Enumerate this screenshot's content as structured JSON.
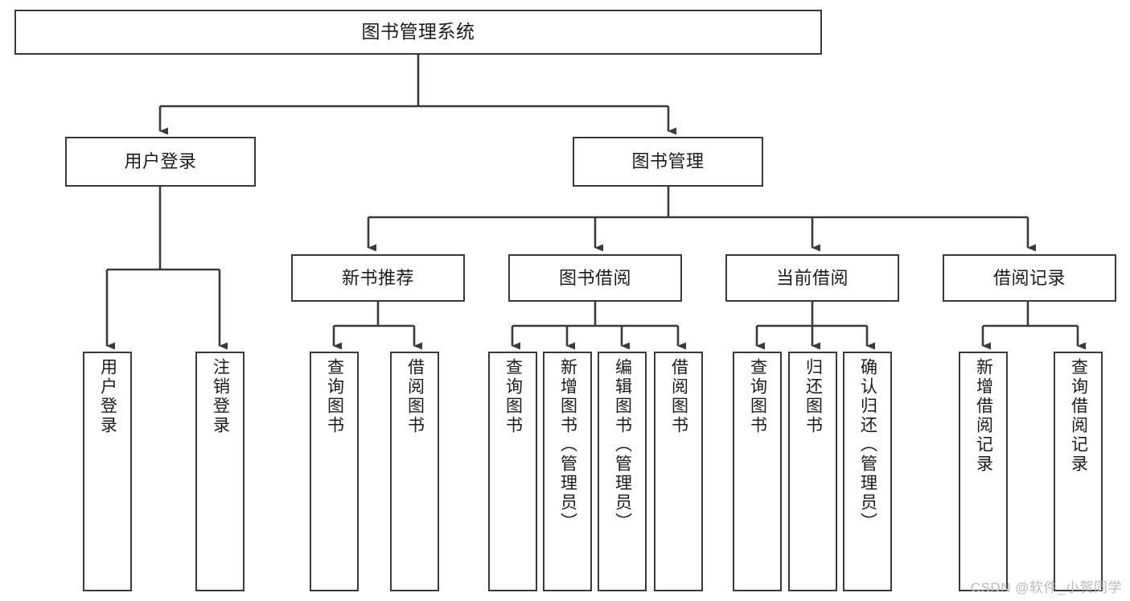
{
  "diagram": {
    "title": "图书管理系统",
    "type": "hierarchy-tree",
    "colors": {
      "node_border": "#3a3a3a",
      "node_fill": "#ffffff",
      "connector": "#3a3a3a",
      "text": "#1b1b1b",
      "watermark": "#b9b9b9",
      "background": "#ffffff"
    },
    "nodes": {
      "root": {
        "label": "图书管理系统"
      },
      "level2": [
        {
          "id": "user-login",
          "label": "用户登录"
        },
        {
          "id": "book-management",
          "label": "图书管理"
        }
      ],
      "level3": [
        {
          "id": "new-book-recommend",
          "label": "新书推荐"
        },
        {
          "id": "book-borrow",
          "label": "图书借阅"
        },
        {
          "id": "current-borrow",
          "label": "当前借阅"
        },
        {
          "id": "borrow-record",
          "label": "借阅记录"
        }
      ],
      "leaves": {
        "user_login": [
          {
            "id": "leaf-user-login",
            "label": "用户登录"
          },
          {
            "id": "leaf-logout-login",
            "label": "注销登录"
          }
        ],
        "new_book_recommend": [
          {
            "id": "leaf-query-book-1",
            "label": "查询图书"
          },
          {
            "id": "leaf-borrow-book-1",
            "label": "借阅图书"
          }
        ],
        "book_borrow": [
          {
            "id": "leaf-query-book-2",
            "label": "查询图书"
          },
          {
            "id": "leaf-add-book",
            "label": "新增图书（管理员）"
          },
          {
            "id": "leaf-edit-book",
            "label": "编辑图书（管理员）"
          },
          {
            "id": "leaf-borrow-book-2",
            "label": "借阅图书"
          }
        ],
        "current_borrow": [
          {
            "id": "leaf-query-book-3",
            "label": "查询图书"
          },
          {
            "id": "leaf-return-book",
            "label": "归还图书"
          },
          {
            "id": "leaf-confirm-return",
            "label": "确认归还（管理员）"
          }
        ],
        "borrow_record": [
          {
            "id": "leaf-add-record",
            "label": "新增借阅记录"
          },
          {
            "id": "leaf-query-record",
            "label": "查询借阅记录"
          }
        ]
      }
    },
    "watermark": "CSDN @软件_小贺同学"
  }
}
